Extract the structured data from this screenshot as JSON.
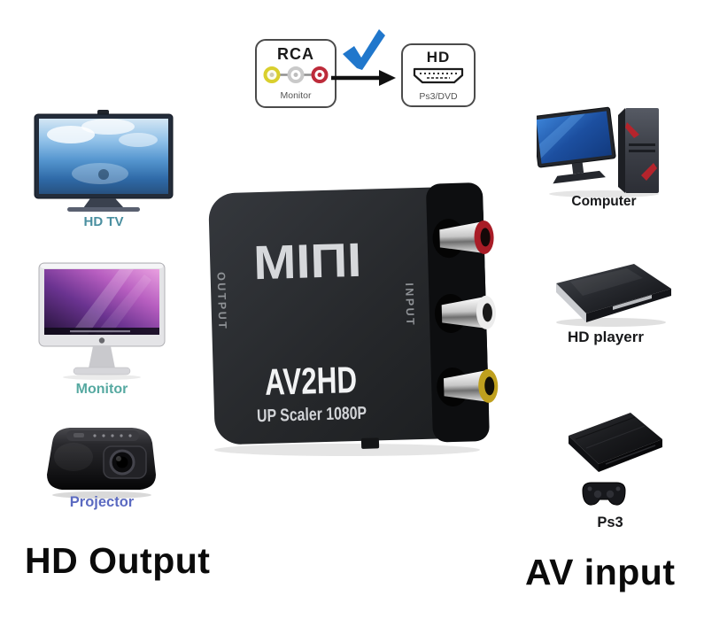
{
  "top_diagram": {
    "source_box": {
      "title": "RCA",
      "subtitle": "Monitor",
      "connector_colors": [
        "#d9cf2e",
        "#c9c9c9",
        "#bd2b3a"
      ]
    },
    "target_box": {
      "title": "HD",
      "subtitle": "Ps3/DVD"
    },
    "checkmark_color": "#2077cc",
    "arrow_color": "#111111"
  },
  "converter": {
    "brand": "MIΠI",
    "left_side_label": "OUTPUT",
    "right_side_label": "INPUT",
    "model": "AV2HD",
    "tagline": "UP Scaler 1080P",
    "body_color": "#26282b",
    "jacks": [
      {
        "name": "video-red",
        "color": "#a81c26"
      },
      {
        "name": "audio-white",
        "color": "#ececec"
      },
      {
        "name": "audio-yellow",
        "color": "#bfa01e"
      }
    ]
  },
  "hd_output_group": {
    "heading": "HD Output",
    "devices": [
      {
        "label": "HD TV",
        "label_color": "#4a8fa0",
        "icon": "hdtv"
      },
      {
        "label": "Monitor",
        "label_color": "#56a9a1",
        "icon": "imac-monitor"
      },
      {
        "label": "Projector",
        "label_color": "#5b6ac1",
        "icon": "projector"
      }
    ]
  },
  "av_input_group": {
    "heading": "AV input",
    "devices": [
      {
        "label": "Computer",
        "label_color": "#17181a",
        "icon": "desktop-computer"
      },
      {
        "label": "HD playerr",
        "label_color": "#17181a",
        "icon": "hd-player"
      },
      {
        "label": "Ps3",
        "label_color": "#17181a",
        "icon": "ps3-console"
      }
    ]
  }
}
